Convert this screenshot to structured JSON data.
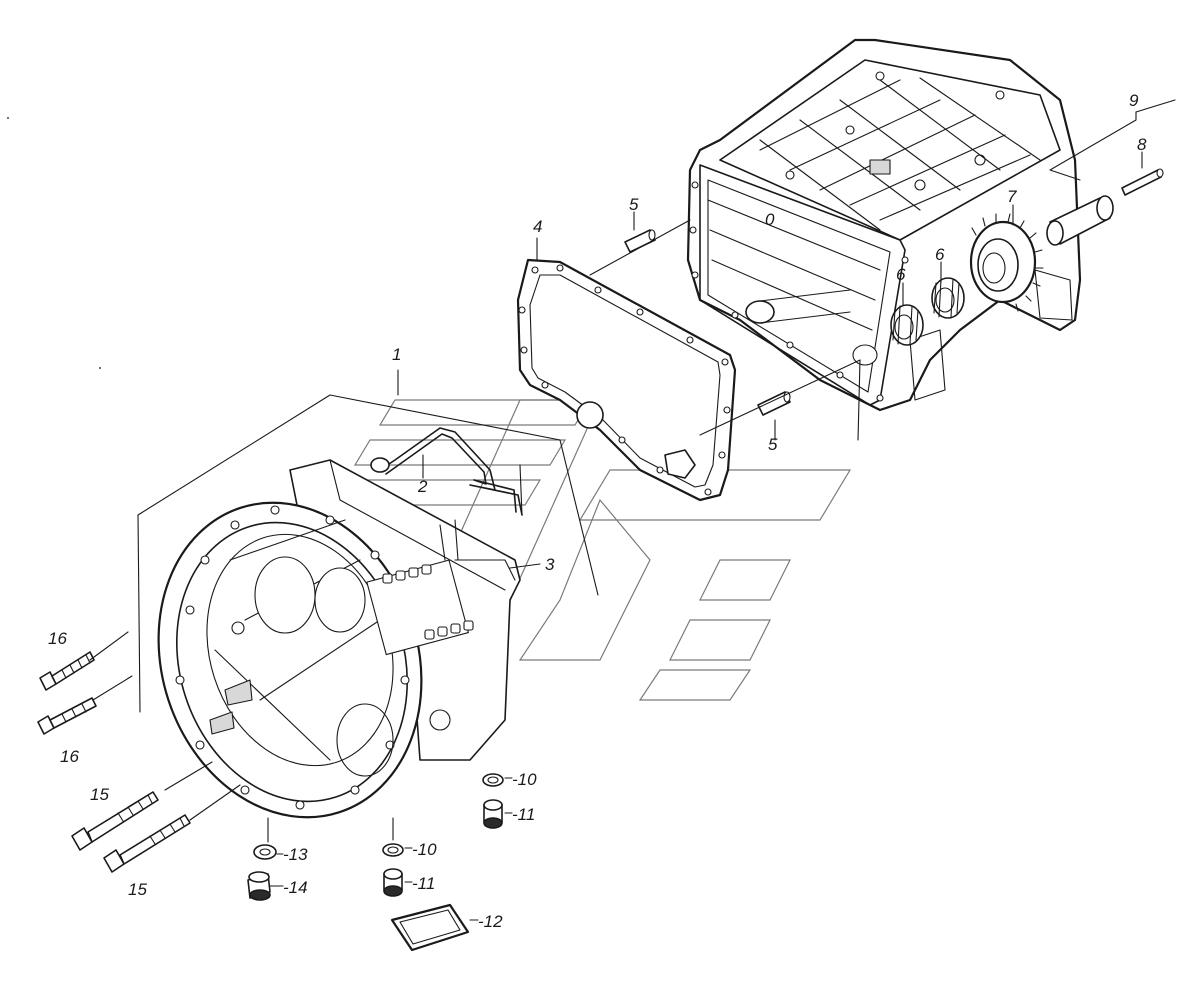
{
  "callouts": [
    {
      "id": "c1",
      "label": "1"
    },
    {
      "id": "c2",
      "label": "2"
    },
    {
      "id": "c3",
      "label": "3"
    },
    {
      "id": "c4",
      "label": "4"
    },
    {
      "id": "c5a",
      "label": "5"
    },
    {
      "id": "c5b",
      "label": "5"
    },
    {
      "id": "c6a",
      "label": "6"
    },
    {
      "id": "c6b",
      "label": "6"
    },
    {
      "id": "c7",
      "label": "7"
    },
    {
      "id": "c8",
      "label": "8"
    },
    {
      "id": "c9",
      "label": "9"
    },
    {
      "id": "c10a",
      "label": "-10"
    },
    {
      "id": "c10b",
      "label": "-10"
    },
    {
      "id": "c11a",
      "label": "-11"
    },
    {
      "id": "c11b",
      "label": "-11"
    },
    {
      "id": "c12",
      "label": "-12"
    },
    {
      "id": "c13",
      "label": "-13"
    },
    {
      "id": "c14",
      "label": "-14"
    },
    {
      "id": "c15a",
      "label": "15"
    },
    {
      "id": "c15b",
      "label": "15"
    },
    {
      "id": "c16a",
      "label": "16"
    },
    {
      "id": "c16b",
      "label": "16"
    }
  ]
}
